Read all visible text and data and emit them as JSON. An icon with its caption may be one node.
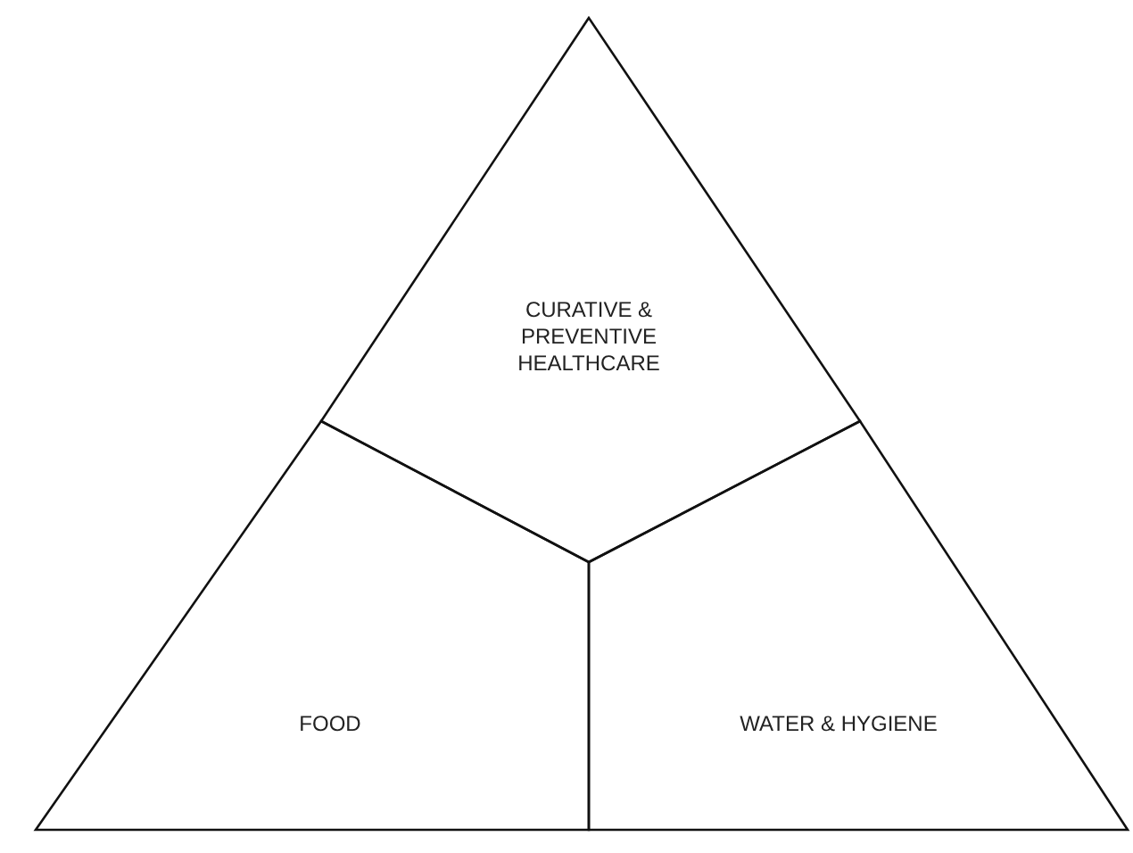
{
  "diagram": {
    "nodes": [
      {
        "text": [
          "CURATIVE & PREVENTIVE HEALTHCARE"
        ]
      },
      {
        "text": [
          "FOOD"
        ]
      },
      {
        "text": [
          "WATER & HYGIENE"
        ]
      }
    ]
  }
}
